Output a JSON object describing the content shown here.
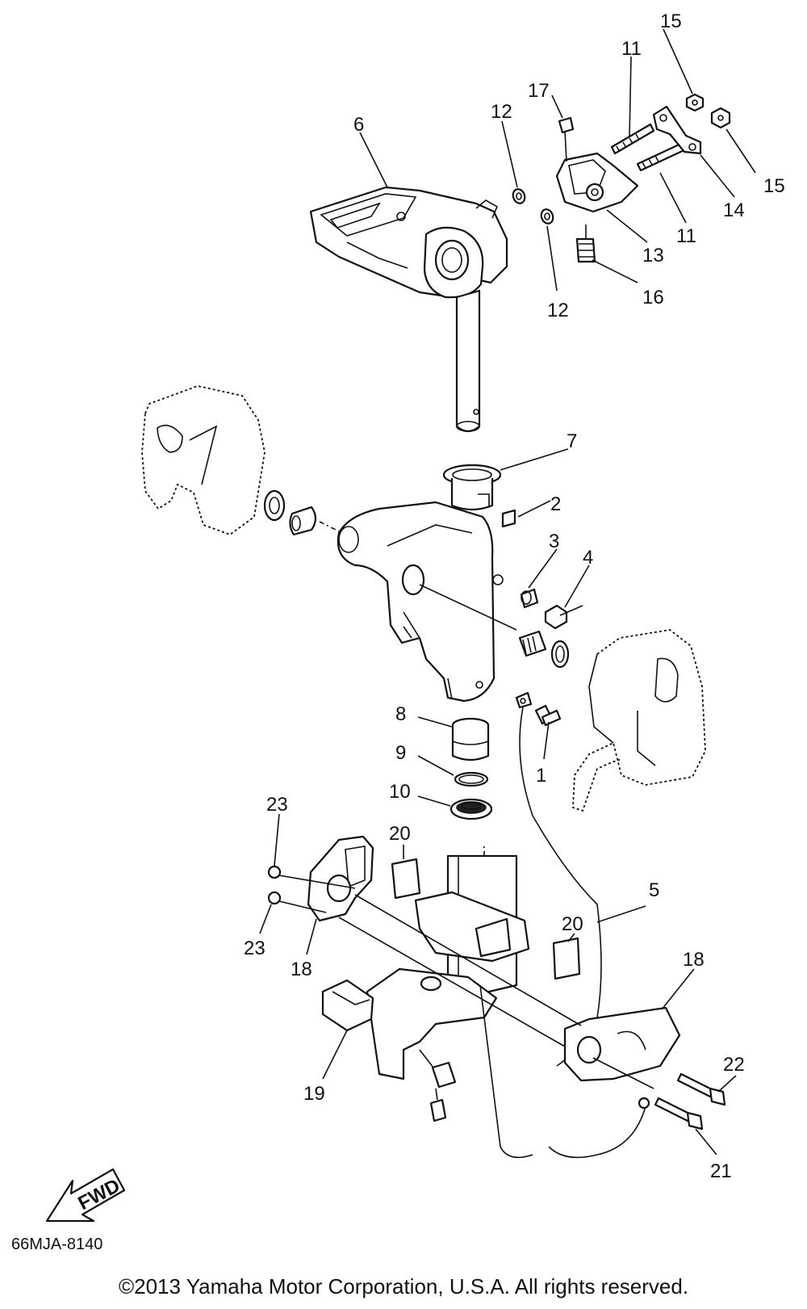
{
  "diagram_code": "66MJA-8140",
  "copyright": "©2013 Yamaha Motor Corporation, U.S.A. All rights reserved.",
  "fwd_label": "FWD",
  "callouts": [
    {
      "id": "c1",
      "text": "1"
    },
    {
      "id": "c2",
      "text": "2"
    },
    {
      "id": "c3",
      "text": "3"
    },
    {
      "id": "c4",
      "text": "4"
    },
    {
      "id": "c5",
      "text": "5"
    },
    {
      "id": "c6",
      "text": "6"
    },
    {
      "id": "c7",
      "text": "7"
    },
    {
      "id": "c8",
      "text": "8"
    },
    {
      "id": "c9",
      "text": "9"
    },
    {
      "id": "c10",
      "text": "10"
    },
    {
      "id": "c11a",
      "text": "11"
    },
    {
      "id": "c11b",
      "text": "11"
    },
    {
      "id": "c12a",
      "text": "12"
    },
    {
      "id": "c12b",
      "text": "12"
    },
    {
      "id": "c13",
      "text": "13"
    },
    {
      "id": "c14",
      "text": "14"
    },
    {
      "id": "c15a",
      "text": "15"
    },
    {
      "id": "c15b",
      "text": "15"
    },
    {
      "id": "c16",
      "text": "16"
    },
    {
      "id": "c17",
      "text": "17"
    },
    {
      "id": "c18a",
      "text": "18"
    },
    {
      "id": "c18b",
      "text": "18"
    },
    {
      "id": "c19",
      "text": "19"
    },
    {
      "id": "c20a",
      "text": "20"
    },
    {
      "id": "c20b",
      "text": "20"
    },
    {
      "id": "c21",
      "text": "21"
    },
    {
      "id": "c22",
      "text": "22"
    },
    {
      "id": "c23a",
      "text": "23"
    },
    {
      "id": "c23b",
      "text": "23"
    }
  ]
}
